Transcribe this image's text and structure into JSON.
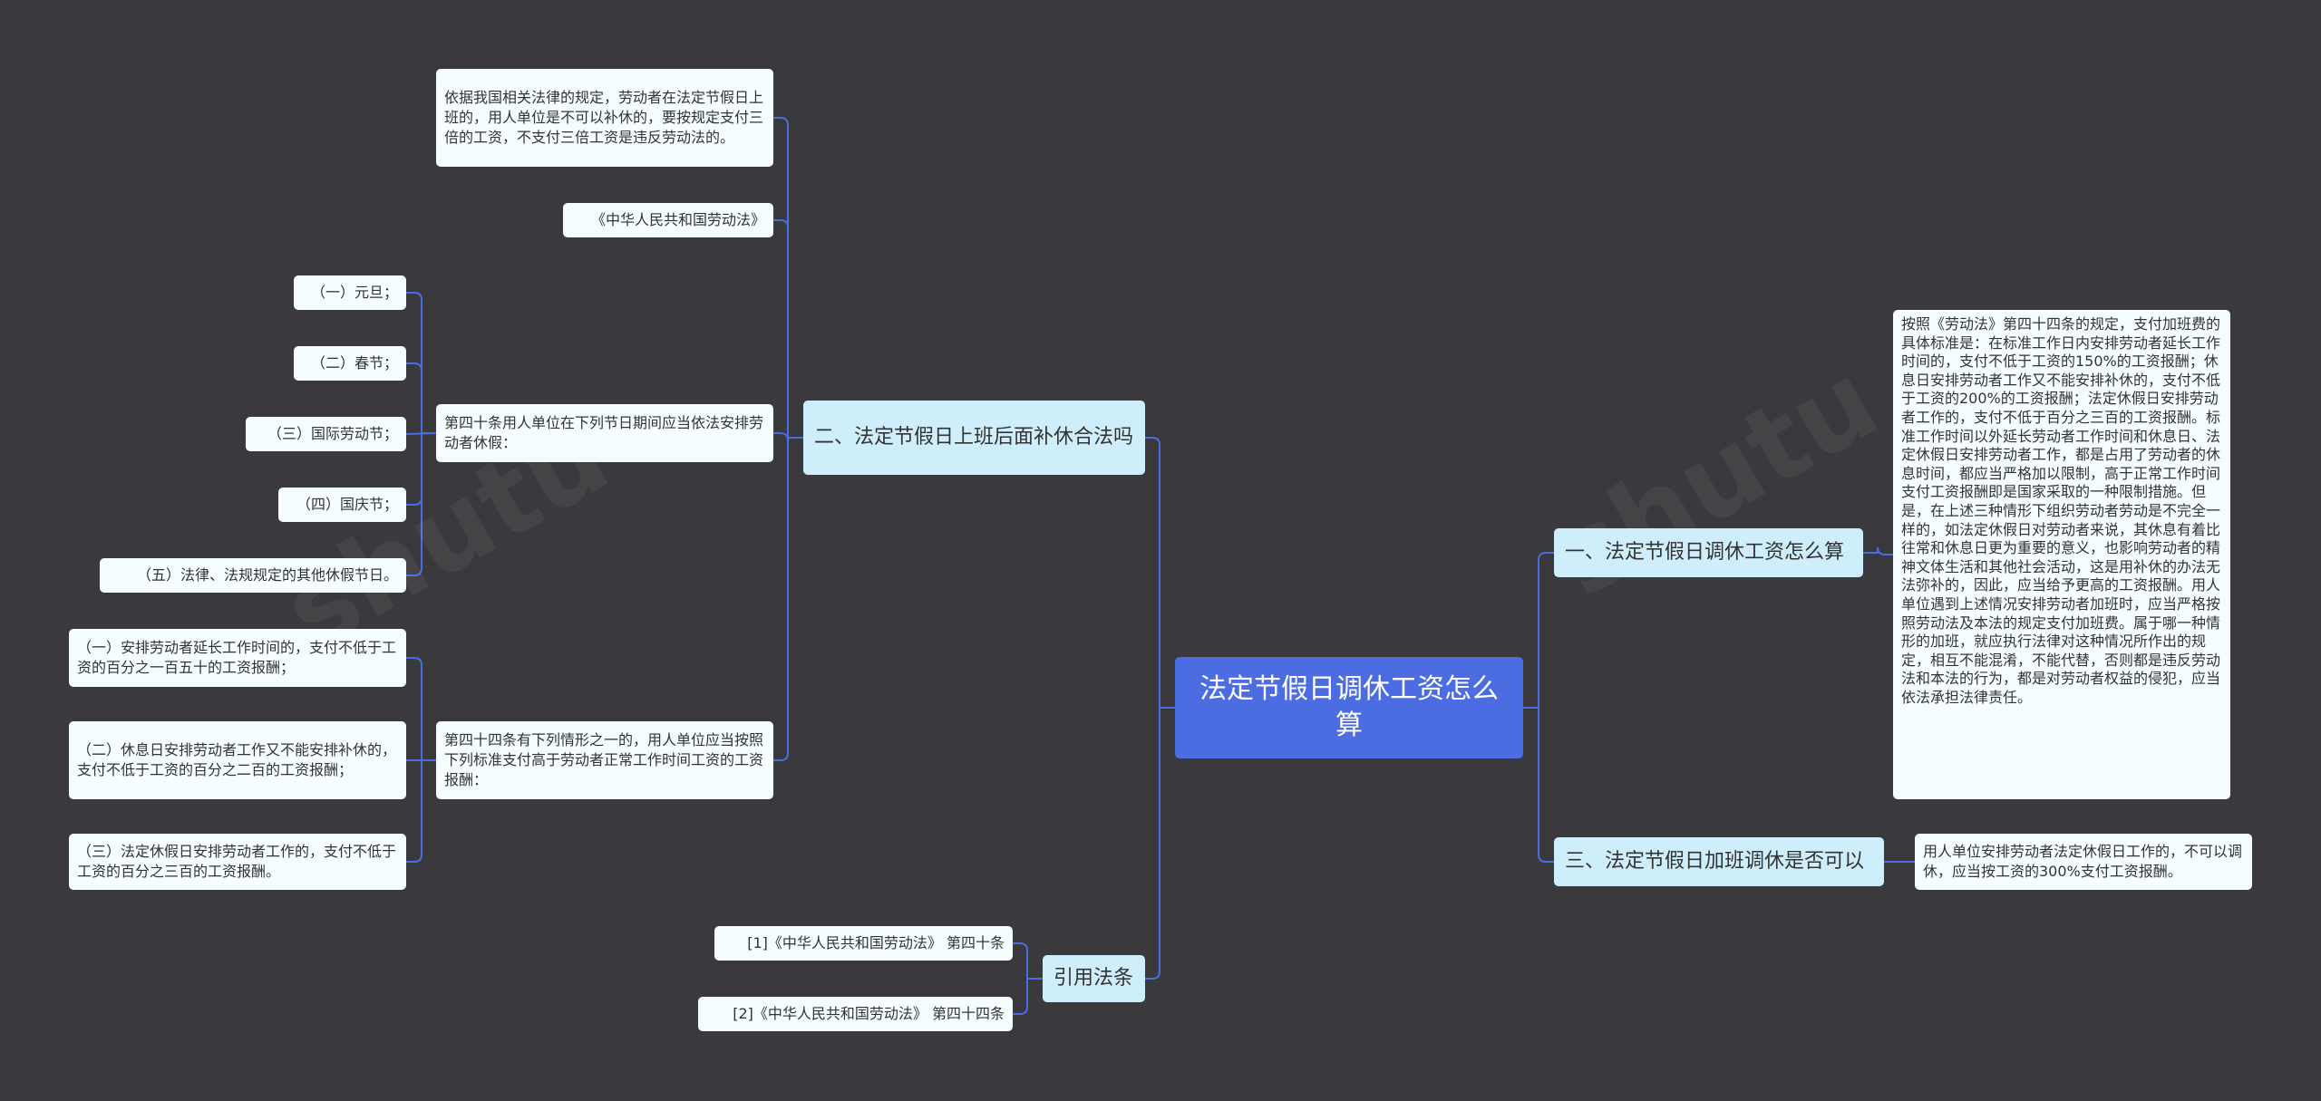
{
  "root": {
    "label": "法定节假日调休工资怎么算"
  },
  "branches": {
    "b1": "一、法定节假日调休工资怎么算",
    "b2": "二、法定节假日上班后面补休合法吗",
    "b3": "三、法定节假日加班调休是否可以",
    "b4": "引用法条"
  },
  "b1_detail": "按照《劳动法》第四十四条的规定，支付加班费的具体标准是：在标准工作日内安排劳动者延长工作时间的，支付不低于工资的150%的工资报酬；休息日安排劳动者工作又不能安排补休的，支付不低于工资的200%的工资报酬；法定休假日安排劳动者工作的，支付不低于百分之三百的工资报酬。标准工作时间以外延长劳动者工作时间和休息日、法定休假日安排劳动者工作，都是占用了劳动者的休息时间，都应当严格加以限制，高于正常工作时间支付工资报酬即是国家采取的一种限制措施。但是，在上述三种情形下组织劳动者劳动是不完全一样的，如法定休假日对劳动者来说，其休息有着比往常和休息日更为重要的意义，也影响劳动者的精神文体生活和其他社会活动，这是用补休的办法无法弥补的，因此，应当给予更高的工资报酬。用人单位遇到上述情况安排劳动者加班时，应当严格按照劳动法及本法的规定支付加班费。属于哪一种情形的加班，就应执行法律对这种情况所作出的规定，相互不能混淆，不能代替，否则都是违反劳动法和本法的行为，都是对劳动者权益的侵犯，应当依法承担法律责任。",
  "b3_detail": "用人单位安排劳动者法定休假日工作的，不可以调休，应当按工资的300%支付工资报酬。",
  "b2_children": {
    "c1": "依据我国相关法律的规定，劳动者在法定节假日上班的，用人单位是不可以补休的，要按规定支付三倍的工资，不支付三倍工资是违反劳动法的。",
    "c2": "《中华人民共和国劳动法》",
    "c3": "第四十条用人单位在下列节日期间应当依法安排劳动者休假：",
    "c4": "第四十四条有下列情形之一的，用人单位应当按照下列标准支付高于劳动者正常工作时间工资的工资报酬："
  },
  "holidays": [
    "（一）元旦；",
    "（二）春节；",
    "（三）国际劳动节；",
    "（四）国庆节；",
    "（五）法律、法规规定的其他休假节日。"
  ],
  "overtime": [
    "（一）安排劳动者延长工作时间的，支付不低于工资的百分之一百五十的工资报酬；",
    "（二）休息日安排劳动者工作又不能安排补休的，支付不低于工资的百分之二百的工资报酬；",
    "（三）法定休假日安排劳动者工作的，支付不低于工资的百分之三百的工资报酬。"
  ],
  "references": [
    "[1]《中华人民共和国劳动法》 第四十条",
    "[2]《中华人民共和国劳动法》 第四十四条"
  ],
  "colors": {
    "background": "#3a393d",
    "line": "#4b6de1",
    "root": "#4b6de1",
    "branch": "#cfeefc",
    "leaf": "#f5fdff"
  }
}
